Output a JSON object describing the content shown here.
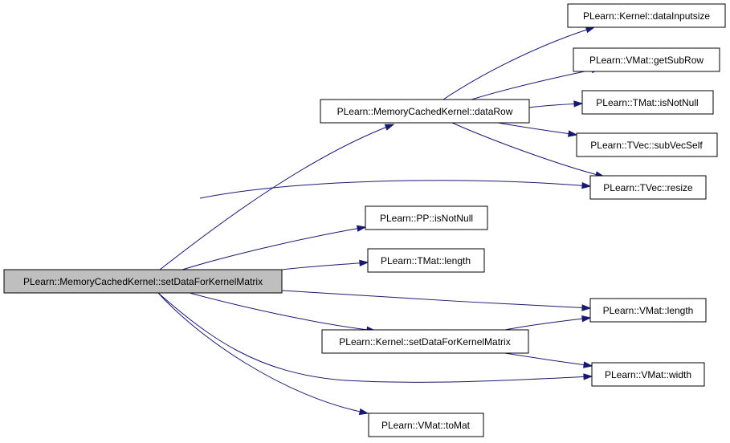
{
  "diagram": {
    "colors": {
      "root_fill": "#bfbfbf",
      "node_fill": "#ffffff",
      "border": "#000000",
      "edge": "#191970"
    },
    "nodes": {
      "root": {
        "label": "PLearn::MemoryCachedKernel::setDataForKernelMatrix"
      },
      "dataRow": {
        "label": "PLearn::MemoryCachedKernel::dataRow"
      },
      "dataInputsize": {
        "label": "PLearn::Kernel::dataInputsize"
      },
      "getSubRow": {
        "label": "PLearn::VMat::getSubRow"
      },
      "tmatIsNotNull": {
        "label": "PLearn::TMat::isNotNull"
      },
      "subVecSelf": {
        "label": "PLearn::TVec::subVecSelf"
      },
      "resize": {
        "label": "PLearn::TVec::resize"
      },
      "ppIsNotNull": {
        "label": "PLearn::PP::isNotNull"
      },
      "tmatLength": {
        "label": "PLearn::TMat::length"
      },
      "vmatLength": {
        "label": "PLearn::VMat::length"
      },
      "kernelSetData": {
        "label": "PLearn::Kernel::setDataForKernelMatrix"
      },
      "vmatWidth": {
        "label": "PLearn::VMat::width"
      },
      "toMat": {
        "label": "PLearn::VMat::toMat"
      }
    },
    "edges": [
      {
        "from": "root",
        "to": "dataRow"
      },
      {
        "from": "root",
        "to": "resize"
      },
      {
        "from": "root",
        "to": "ppIsNotNull"
      },
      {
        "from": "root",
        "to": "tmatLength"
      },
      {
        "from": "root",
        "to": "vmatLength"
      },
      {
        "from": "root",
        "to": "kernelSetData"
      },
      {
        "from": "root",
        "to": "vmatWidth"
      },
      {
        "from": "root",
        "to": "toMat"
      },
      {
        "from": "dataRow",
        "to": "dataInputsize"
      },
      {
        "from": "dataRow",
        "to": "getSubRow"
      },
      {
        "from": "dataRow",
        "to": "tmatIsNotNull"
      },
      {
        "from": "dataRow",
        "to": "subVecSelf"
      },
      {
        "from": "dataRow",
        "to": "resize"
      },
      {
        "from": "kernelSetData",
        "to": "vmatLength"
      },
      {
        "from": "kernelSetData",
        "to": "vmatWidth"
      }
    ]
  }
}
